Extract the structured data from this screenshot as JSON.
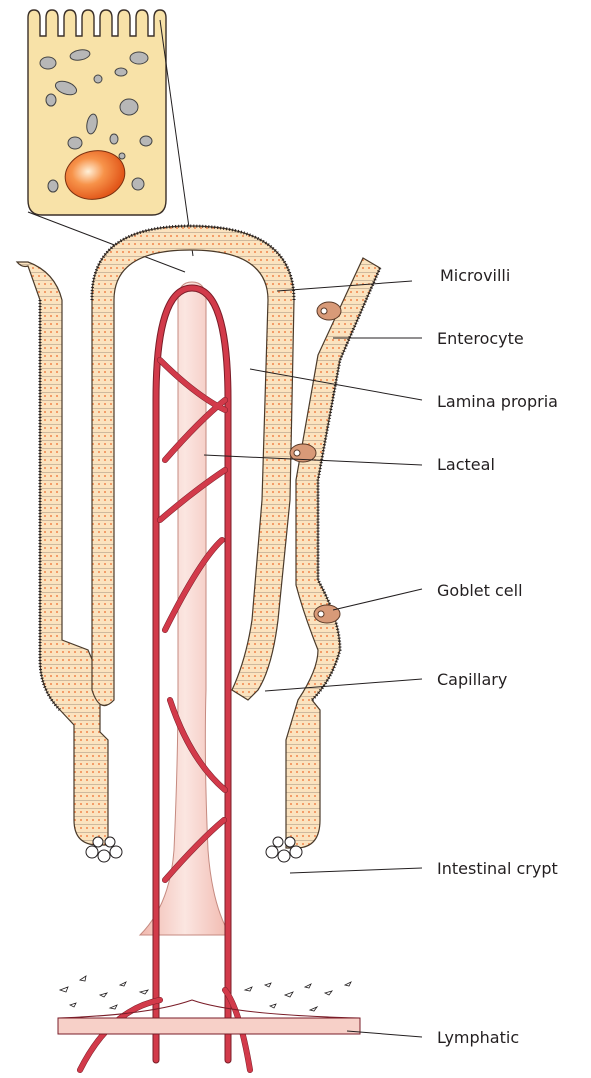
{
  "labels": {
    "microvilli": "Microvilli",
    "enterocyte": "Enterocyte",
    "lamina_propria": "Lamina propria",
    "lacteal": "Lacteal",
    "goblet_cell": "Goblet cell",
    "capillary": "Capillary",
    "intestinal_crypt": "Intestinal crypt",
    "lymphatic": "Lymphatic"
  },
  "colors": {
    "cell_fill": "#fbe3bf",
    "cell_stroke": "#5a4a3a",
    "nucleus": "#f06a2a",
    "vessel": "#d23a4a",
    "lacteal_fill": "#f7d0c8",
    "goblet": "#d89a78",
    "microvilli": "#231f20",
    "text": "#231f20"
  }
}
